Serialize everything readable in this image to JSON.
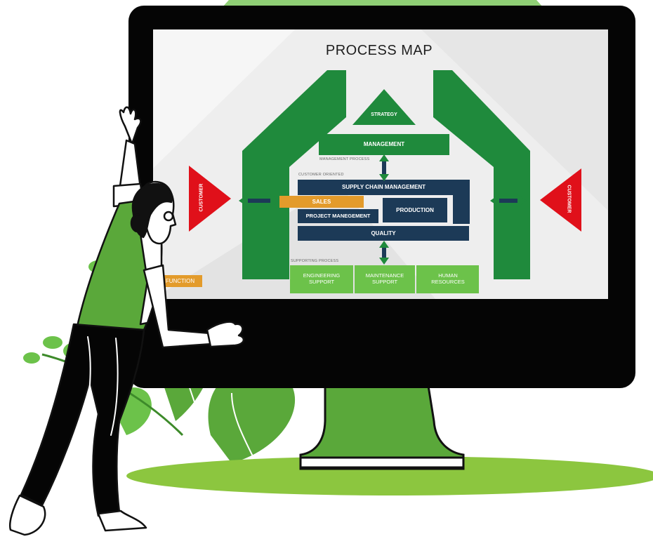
{
  "title": "PROCESS MAP",
  "blocks": {
    "strategy": "STRATEGY",
    "management": "MANAGEMENT",
    "management_process": "MANAGEMENT PROCESS",
    "customer_oriented": "CUSTOMER ORIENTED",
    "supply_chain": "SUPPLY CHAIN MANAGEMENT",
    "sales": "SALES",
    "production": "PRODUCTION",
    "project_management": "PROJECT MANEGEMENT",
    "quality": "QUALITY",
    "supporting_process": "SUPPORTING PROCESS",
    "engineering_support": "ENGINEERING SUPPORT",
    "maintenance_support": "MAINTENANCE SUPPORT",
    "human_resources": "HUMAN RESOURCES",
    "customer_left": "CUSTOMER",
    "customer_right": "CUSTOMER",
    "function": "FUNCTION"
  },
  "colors": {
    "brand_green": "#1f8a3c",
    "light_green": "#6cc24a",
    "navy": "#1c3a57",
    "orange": "#e39b2b",
    "red": "#e0101a",
    "circle_green": "#8fcf75",
    "stand_green": "#5aa83a",
    "monitor_black": "#050505"
  },
  "icons": [
    "person-figure",
    "leaf-plant",
    "double-arrow-icon"
  ]
}
